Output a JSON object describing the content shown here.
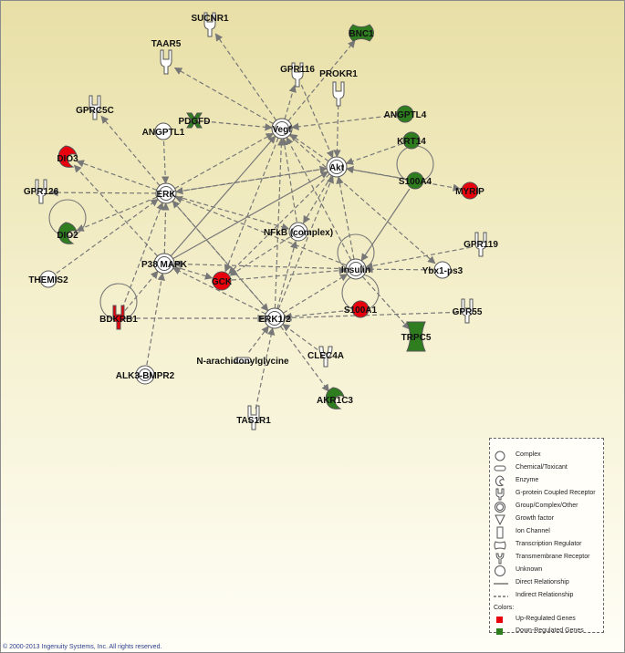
{
  "colors": {
    "up_regulated": "#e8000d",
    "down_regulated": "#2e7d1f",
    "unchanged": "#ffffff",
    "edge": "#777777"
  },
  "nodes": [
    {
      "id": "SUCNR1",
      "label": "SUCNR1",
      "shape": "gpcr",
      "status": "unchanged"
    },
    {
      "id": "BNC1",
      "label": "BNC1",
      "shape": "transcription-regulator",
      "status": "down"
    },
    {
      "id": "TAAR5",
      "label": "TAAR5",
      "shape": "gpcr",
      "status": "unchanged"
    },
    {
      "id": "GPR116",
      "label": "GPR116",
      "shape": "gpcr",
      "status": "unchanged"
    },
    {
      "id": "PROKR1",
      "label": "PROKR1",
      "shape": "gpcr",
      "status": "unchanged"
    },
    {
      "id": "GPRC5C",
      "label": "GPRC5C",
      "shape": "gpcr",
      "status": "unchanged"
    },
    {
      "id": "PDGFD",
      "label": "PDGFD",
      "shape": "growth-factor",
      "status": "down"
    },
    {
      "id": "ANGPTL4",
      "label": "ANGPTL4",
      "shape": "unknown",
      "status": "down"
    },
    {
      "id": "ANGPTL1",
      "label": "ANGPTL1",
      "shape": "unknown",
      "status": "unchanged"
    },
    {
      "id": "Vegf",
      "label": "Vegf",
      "shape": "group",
      "status": "unchanged"
    },
    {
      "id": "KRT14",
      "label": "KRT14",
      "shape": "unknown",
      "status": "down"
    },
    {
      "id": "DIO3",
      "label": "DIO3",
      "shape": "enzyme",
      "status": "up"
    },
    {
      "id": "Akt",
      "label": "Akt",
      "shape": "group",
      "status": "unchanged"
    },
    {
      "id": "S100A4",
      "label": "S100A4",
      "shape": "unknown",
      "status": "down"
    },
    {
      "id": "MYRIP",
      "label": "MYRIP",
      "shape": "unknown",
      "status": "up"
    },
    {
      "id": "GPR126",
      "label": "GPR126",
      "shape": "gpcr",
      "status": "unchanged"
    },
    {
      "id": "ERK",
      "label": "ERK",
      "shape": "group",
      "status": "unchanged"
    },
    {
      "id": "DIO2",
      "label": "DIO2",
      "shape": "enzyme",
      "status": "down"
    },
    {
      "id": "NFkB",
      "label": "NFkB (complex)",
      "shape": "complex",
      "status": "unchanged"
    },
    {
      "id": "GPR119",
      "label": "GPR119",
      "shape": "gpcr",
      "status": "unchanged"
    },
    {
      "id": "P38MAPK",
      "label": "P38 MAPK",
      "shape": "group",
      "status": "unchanged"
    },
    {
      "id": "Insulin",
      "label": "Insulin",
      "shape": "group",
      "status": "unchanged"
    },
    {
      "id": "Ybx1",
      "label": "Ybx1-ps3",
      "shape": "unknown",
      "status": "unchanged"
    },
    {
      "id": "THEMIS2",
      "label": "THEMIS2",
      "shape": "unknown",
      "status": "unchanged"
    },
    {
      "id": "GCK",
      "label": "GCK",
      "shape": "enzyme-circle",
      "status": "up"
    },
    {
      "id": "GPR55",
      "label": "GPR55",
      "shape": "gpcr",
      "status": "unchanged"
    },
    {
      "id": "S100A1",
      "label": "S100A1",
      "shape": "unknown",
      "status": "up"
    },
    {
      "id": "BDKRB1",
      "label": "BDKRB1",
      "shape": "gpcr",
      "status": "up"
    },
    {
      "id": "ERK12",
      "label": "ERK1/2",
      "shape": "group",
      "status": "unchanged"
    },
    {
      "id": "TRPC5",
      "label": "TRPC5",
      "shape": "ion-channel",
      "status": "down"
    },
    {
      "id": "NAG",
      "label": "N-arachidonylglycine",
      "shape": "chemical",
      "status": "unchanged"
    },
    {
      "id": "CLEC4A",
      "label": "CLEC4A",
      "shape": "transmembrane-receptor",
      "status": "unchanged"
    },
    {
      "id": "ALK3",
      "label": "ALK3-BMPR2",
      "shape": "complex",
      "status": "unchanged"
    },
    {
      "id": "AKR1C3",
      "label": "AKR1C3",
      "shape": "enzyme",
      "status": "down"
    },
    {
      "id": "TAS1R1",
      "label": "TAS1R1",
      "shape": "gpcr",
      "status": "unchanged"
    }
  ],
  "edges": [
    {
      "from": "Vegf",
      "to": "SUCNR1",
      "type": "indirect"
    },
    {
      "from": "Vegf",
      "to": "BNC1",
      "type": "indirect"
    },
    {
      "from": "Vegf",
      "to": "TAAR5",
      "type": "indirect"
    },
    {
      "from": "Vegf",
      "to": "GPR116",
      "type": "indirect"
    },
    {
      "from": "PROKR1",
      "to": "Akt",
      "type": "indirect"
    },
    {
      "from": "PDGFD",
      "to": "Vegf",
      "type": "indirect"
    },
    {
      "from": "ANGPTL4",
      "to": "Vegf",
      "type": "indirect"
    },
    {
      "from": "KRT14",
      "to": "Akt",
      "type": "indirect"
    },
    {
      "from": "S100A4",
      "to": "Akt",
      "type": "indirect"
    },
    {
      "from": "ANGPTL1",
      "to": "ERK",
      "type": "indirect"
    },
    {
      "from": "ERK",
      "to": "GPRC5C",
      "type": "indirect"
    },
    {
      "from": "ERK",
      "to": "DIO3",
      "type": "indirect"
    },
    {
      "from": "ERK",
      "to": "GPR126",
      "type": "indirect"
    },
    {
      "from": "ERK",
      "to": "DIO2",
      "type": "indirect"
    },
    {
      "from": "ERK",
      "to": "Vegf",
      "type": "indirect"
    },
    {
      "from": "ERK",
      "to": "Akt",
      "type": "indirect"
    },
    {
      "from": "ERK",
      "to": "NFkB",
      "type": "indirect"
    },
    {
      "from": "THEMIS2",
      "to": "ERK",
      "type": "indirect"
    },
    {
      "from": "Akt",
      "to": "Vegf",
      "type": "indirect"
    },
    {
      "from": "Akt",
      "to": "MYRIP",
      "type": "indirect"
    },
    {
      "from": "Akt",
      "to": "NFkB",
      "type": "indirect"
    },
    {
      "from": "Akt",
      "to": "ERK",
      "type": "indirect"
    },
    {
      "from": "Insulin",
      "to": "Akt",
      "type": "indirect"
    },
    {
      "from": "Insulin",
      "to": "ERK",
      "type": "indirect"
    },
    {
      "from": "Insulin",
      "to": "Vegf",
      "type": "indirect"
    },
    {
      "from": "NFkB",
      "to": "Vegf",
      "type": "indirect"
    },
    {
      "from": "P38MAPK",
      "to": "Vegf",
      "type": "direct"
    },
    {
      "from": "P38MAPK",
      "to": "Akt",
      "type": "direct"
    },
    {
      "from": "P38MAPK",
      "to": "ERK",
      "type": "indirect"
    },
    {
      "from": "P38MAPK",
      "to": "DIO3",
      "type": "indirect"
    },
    {
      "from": "ERK12",
      "to": "Vegf",
      "type": "indirect"
    },
    {
      "from": "ERK12",
      "to": "Akt",
      "type": "indirect"
    },
    {
      "from": "ERK12",
      "to": "NFkB",
      "type": "indirect"
    },
    {
      "from": "ERK12",
      "to": "ERK",
      "type": "indirect"
    },
    {
      "from": "ERK12",
      "to": "Insulin",
      "type": "indirect"
    },
    {
      "from": "ERK12",
      "to": "P38MAPK",
      "type": "indirect"
    },
    {
      "from": "GCK",
      "to": "Insulin",
      "type": "indirect"
    },
    {
      "from": "Vegf",
      "to": "GCK",
      "type": "indirect"
    },
    {
      "from": "BDKRB1",
      "to": "P38MAPK",
      "type": "indirect"
    },
    {
      "from": "BDKRB1",
      "to": "ERK",
      "type": "indirect"
    },
    {
      "from": "BDKRB1",
      "to": "ERK12",
      "type": "indirect"
    },
    {
      "from": "ALK3",
      "to": "P38MAPK",
      "type": "indirect"
    },
    {
      "from": "NAG",
      "to": "ERK12",
      "type": "indirect"
    },
    {
      "from": "TAS1R1",
      "to": "ERK12",
      "type": "indirect"
    },
    {
      "from": "ERK12",
      "to": "AKR1C3",
      "type": "indirect"
    },
    {
      "from": "CLEC4A",
      "to": "ERK12",
      "type": "indirect"
    },
    {
      "from": "GPR55",
      "to": "ERK12",
      "type": "indirect"
    },
    {
      "from": "GPR119",
      "to": "Insulin",
      "type": "indirect"
    },
    {
      "from": "Ybx1",
      "to": "Insulin",
      "type": "indirect"
    },
    {
      "from": "S100A1",
      "to": "ERK12",
      "type": "indirect"
    },
    {
      "from": "S100A4",
      "to": "Insulin",
      "type": "direct"
    },
    {
      "from": "Insulin",
      "to": "TRPC5",
      "type": "indirect"
    },
    {
      "from": "Insulin",
      "to": "P38MAPK",
      "type": "indirect"
    },
    {
      "from": "NFkB",
      "to": "GCK",
      "type": "indirect"
    },
    {
      "from": "Akt",
      "to": "GCK",
      "type": "indirect"
    },
    {
      "from": "GPR116",
      "to": "Akt",
      "type": "indirect"
    },
    {
      "from": "Vegf",
      "to": "Ybx1",
      "type": "indirect"
    },
    {
      "from": "P38MAPK",
      "to": "GCK",
      "type": "indirect"
    },
    {
      "from": "ERK",
      "to": "ERK12",
      "type": "indirect"
    }
  ],
  "self_loops": [
    "DIO2",
    "BDKRB1",
    "S100A4",
    "S100A1",
    "Insulin"
  ],
  "legend": {
    "items": [
      {
        "icon": "complex-icon",
        "label": "Complex"
      },
      {
        "icon": "chemical-icon",
        "label": "Chemical/Toxicant"
      },
      {
        "icon": "enzyme-icon",
        "label": "Enzyme"
      },
      {
        "icon": "gpcr-icon",
        "label": "G-protein Coupled Receptor"
      },
      {
        "icon": "group-icon",
        "label": "Group/Complex/Other"
      },
      {
        "icon": "growth-factor-icon",
        "label": "Growth factor"
      },
      {
        "icon": "ion-channel-icon",
        "label": "Ion Channel"
      },
      {
        "icon": "transcription-regulator-icon",
        "label": "Transcription Regulator"
      },
      {
        "icon": "transmembrane-receptor-icon",
        "label": "Transmembrane Receptor"
      },
      {
        "icon": "unknown-icon",
        "label": "Unknown"
      },
      {
        "icon": "direct-line-icon",
        "label": "Direct Relationship"
      },
      {
        "icon": "indirect-line-icon",
        "label": "Indirect Relationship"
      }
    ],
    "colors_heading": "Colors:",
    "color_items": [
      {
        "label": "Up-Regulated Genes",
        "color": "#e8000d"
      },
      {
        "label": "Down-Regulated Genes",
        "color": "#2e7d1f"
      }
    ]
  },
  "copyright": "© 2000-2013 Ingenuity Systems, Inc. All rights reserved."
}
